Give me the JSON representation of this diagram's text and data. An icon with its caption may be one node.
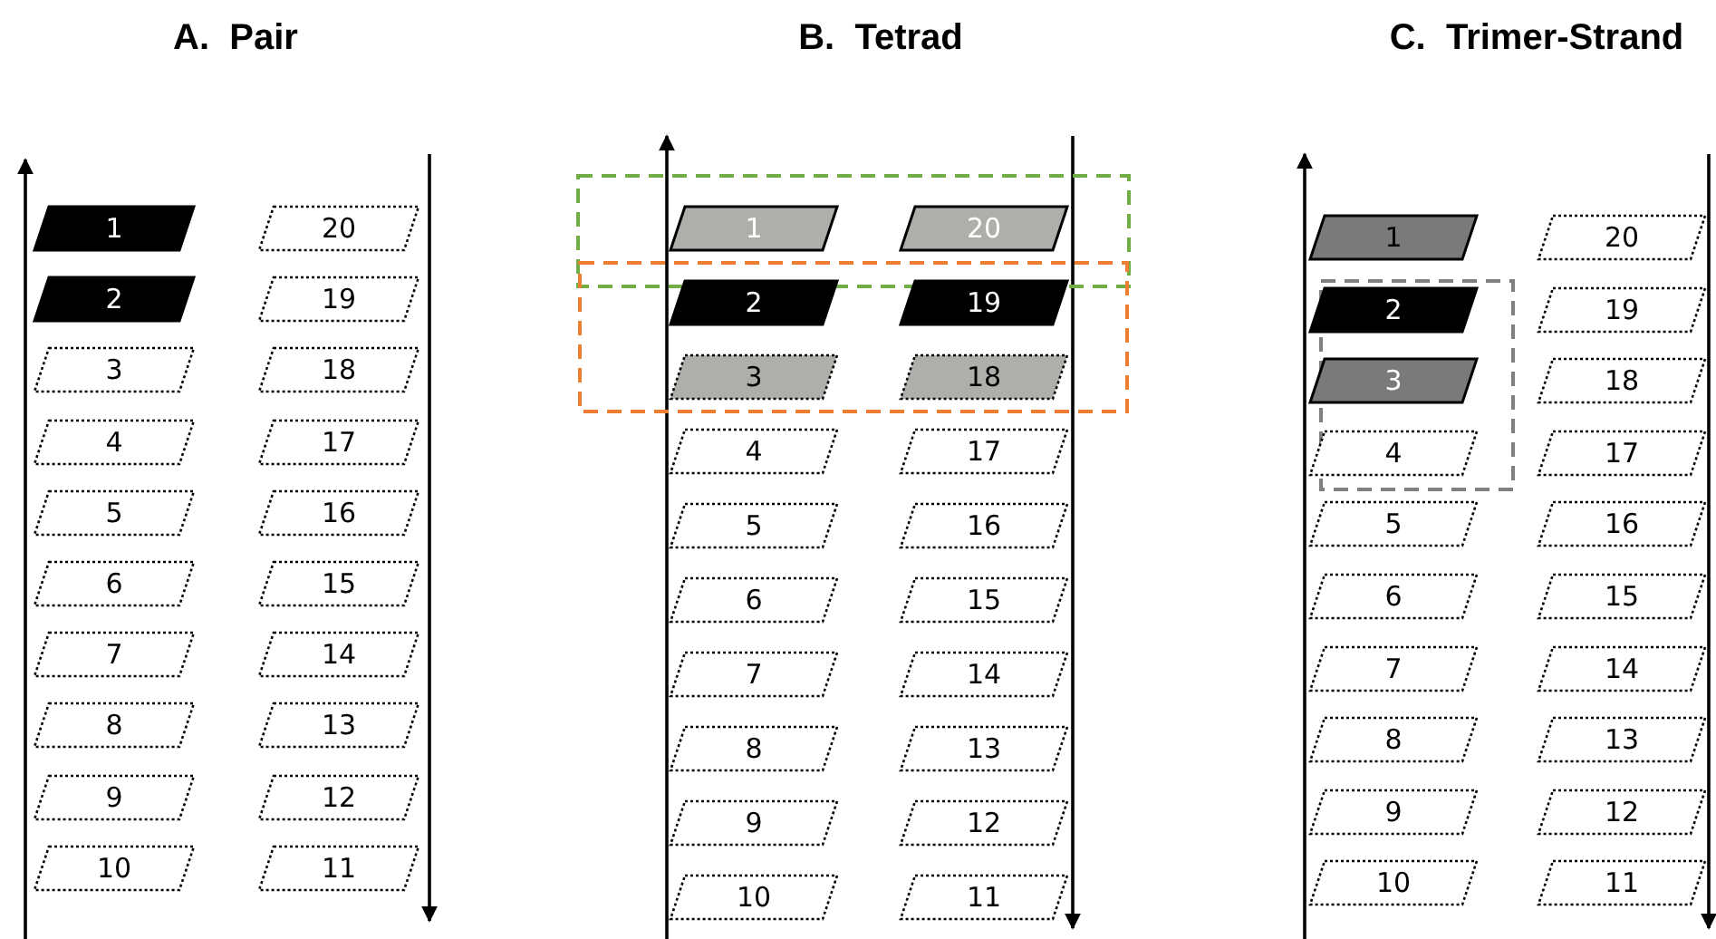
{
  "diagram": {
    "labels": [
      "A.  Pair",
      "B.  Tetrad",
      "C.  Trimer-Strand"
    ],
    "nodes": [
      {
        "text": [
          "1"
        ]
      },
      {
        "text": [
          "20"
        ]
      },
      {
        "text": [
          "2"
        ]
      },
      {
        "text": [
          "19"
        ]
      },
      {
        "text": [
          "3"
        ]
      },
      {
        "text": [
          "18"
        ]
      },
      {
        "text": [
          "4"
        ]
      },
      {
        "text": [
          "17"
        ]
      },
      {
        "text": [
          "5"
        ]
      },
      {
        "text": [
          "16"
        ]
      },
      {
        "text": [
          "6"
        ]
      },
      {
        "text": [
          "15"
        ]
      },
      {
        "text": [
          "7"
        ]
      },
      {
        "text": [
          "14"
        ]
      },
      {
        "text": [
          "8"
        ]
      },
      {
        "text": [
          "13"
        ]
      },
      {
        "text": [
          "9"
        ]
      },
      {
        "text": [
          "12"
        ]
      },
      {
        "text": [
          "10"
        ]
      },
      {
        "text": [
          "11"
        ]
      },
      {
        "text": [
          "1"
        ]
      },
      {
        "text": [
          "20"
        ]
      },
      {
        "text": [
          "2"
        ]
      },
      {
        "text": [
          "19"
        ]
      },
      {
        "text": [
          "3"
        ]
      },
      {
        "text": [
          "18"
        ]
      },
      {
        "text": [
          "4"
        ]
      },
      {
        "text": [
          "17"
        ]
      },
      {
        "text": [
          "5"
        ]
      },
      {
        "text": [
          "16"
        ]
      },
      {
        "text": [
          "6"
        ]
      },
      {
        "text": [
          "15"
        ]
      },
      {
        "text": [
          "7"
        ]
      },
      {
        "text": [
          "14"
        ]
      },
      {
        "text": [
          "8"
        ]
      },
      {
        "text": [
          "13"
        ]
      },
      {
        "text": [
          "9"
        ]
      },
      {
        "text": [
          "12"
        ]
      },
      {
        "text": [
          "10"
        ]
      },
      {
        "text": [
          "11"
        ]
      },
      {
        "text": [
          "1"
        ]
      },
      {
        "text": [
          "20"
        ]
      },
      {
        "text": [
          "2"
        ]
      },
      {
        "text": [
          "19"
        ]
      },
      {
        "text": [
          "3"
        ]
      },
      {
        "text": [
          "18"
        ]
      },
      {
        "text": [
          "4"
        ]
      },
      {
        "text": [
          "17"
        ]
      },
      {
        "text": [
          "5"
        ]
      },
      {
        "text": [
          "16"
        ]
      },
      {
        "text": [
          "6"
        ]
      },
      {
        "text": [
          "15"
        ]
      },
      {
        "text": [
          "7"
        ]
      },
      {
        "text": [
          "14"
        ]
      },
      {
        "text": [
          "8"
        ]
      },
      {
        "text": [
          "13"
        ]
      },
      {
        "text": [
          "9"
        ]
      },
      {
        "text": [
          "12"
        ]
      },
      {
        "text": [
          "10"
        ]
      },
      {
        "text": [
          "11"
        ]
      }
    ]
  }
}
